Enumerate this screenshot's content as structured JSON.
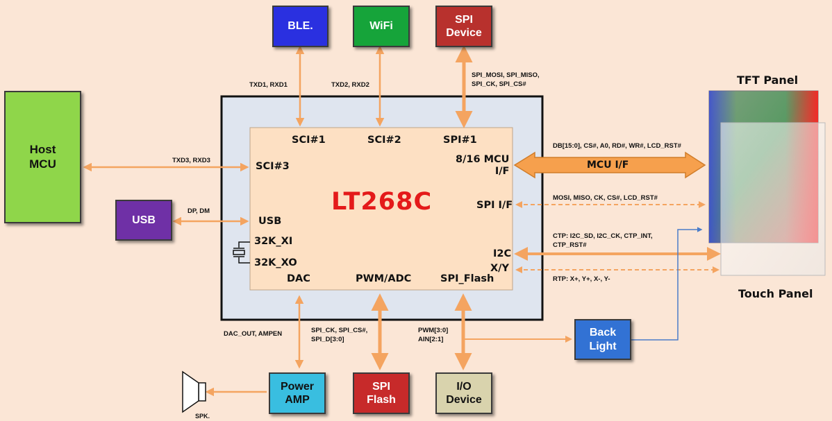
{
  "chip": {
    "name": "LT268C"
  },
  "blocks": {
    "ble": "BLE.",
    "wifi": "WiFi",
    "spi_device": "SPI\nDevice",
    "host_mcu": "Host\nMCU",
    "usb": "USB",
    "power_amp": "Power\nAMP",
    "spi_flash": "SPI\nFlash",
    "io_device": "I/O\nDevice",
    "back_light": "Back\nLight",
    "tft_panel": "TFT Panel",
    "touch_panel": "Touch Panel",
    "speaker": "SPK."
  },
  "pins": {
    "sci1": "SCI#1",
    "sci2": "SCI#2",
    "spi1": "SPI#1",
    "sci3": "SCI#3",
    "usb": "USB",
    "xi": "32K_XI",
    "xo": "32K_XO",
    "dac": "DAC",
    "pwm_adc": "PWM/ADC",
    "spi_flash": "SPI_Flash",
    "mcu_if": "8/16 MCU\nI/F",
    "spi_if": "SPI I/F",
    "i2c": "I2C",
    "xy": "X/Y"
  },
  "signals": {
    "ble": "TXD1, RXD1",
    "wifi": "TXD2, RXD2",
    "spi_device": "SPI_MOSI, SPI_MISO,\nSPI_CK, SPI_CS#",
    "host": "TXD3, RXD3",
    "usb": "DP, DM",
    "mcu_bus": "DB[15:0], CS#, A0, RD#, WR#, LCD_RST#",
    "mcu_if_arrow": "MCU I/F",
    "spi_panel": "MOSI, MISO, CK, CS#, LCD_RST#",
    "ctp": "CTP: I2C_SD, I2C_CK, CTP_INT,\n       CTP_RST#",
    "rtp": "RTP: X+, Y+, X-, Y-",
    "dac": "DAC_OUT, AMPEN",
    "flash": "SPI_CK, SPI_CS#,\n  SPI_D[3:0]",
    "pwm": "PWM[3:0]\n  AIN[2:1]"
  },
  "colors": {
    "background": "#fbe6d6",
    "arrow": "#f4a460",
    "chip_fill": "#fde0c3",
    "board_fill": "#dfe5ef",
    "chip_text": "#e41a1a",
    "back_light_link": "#4a7cc9"
  }
}
